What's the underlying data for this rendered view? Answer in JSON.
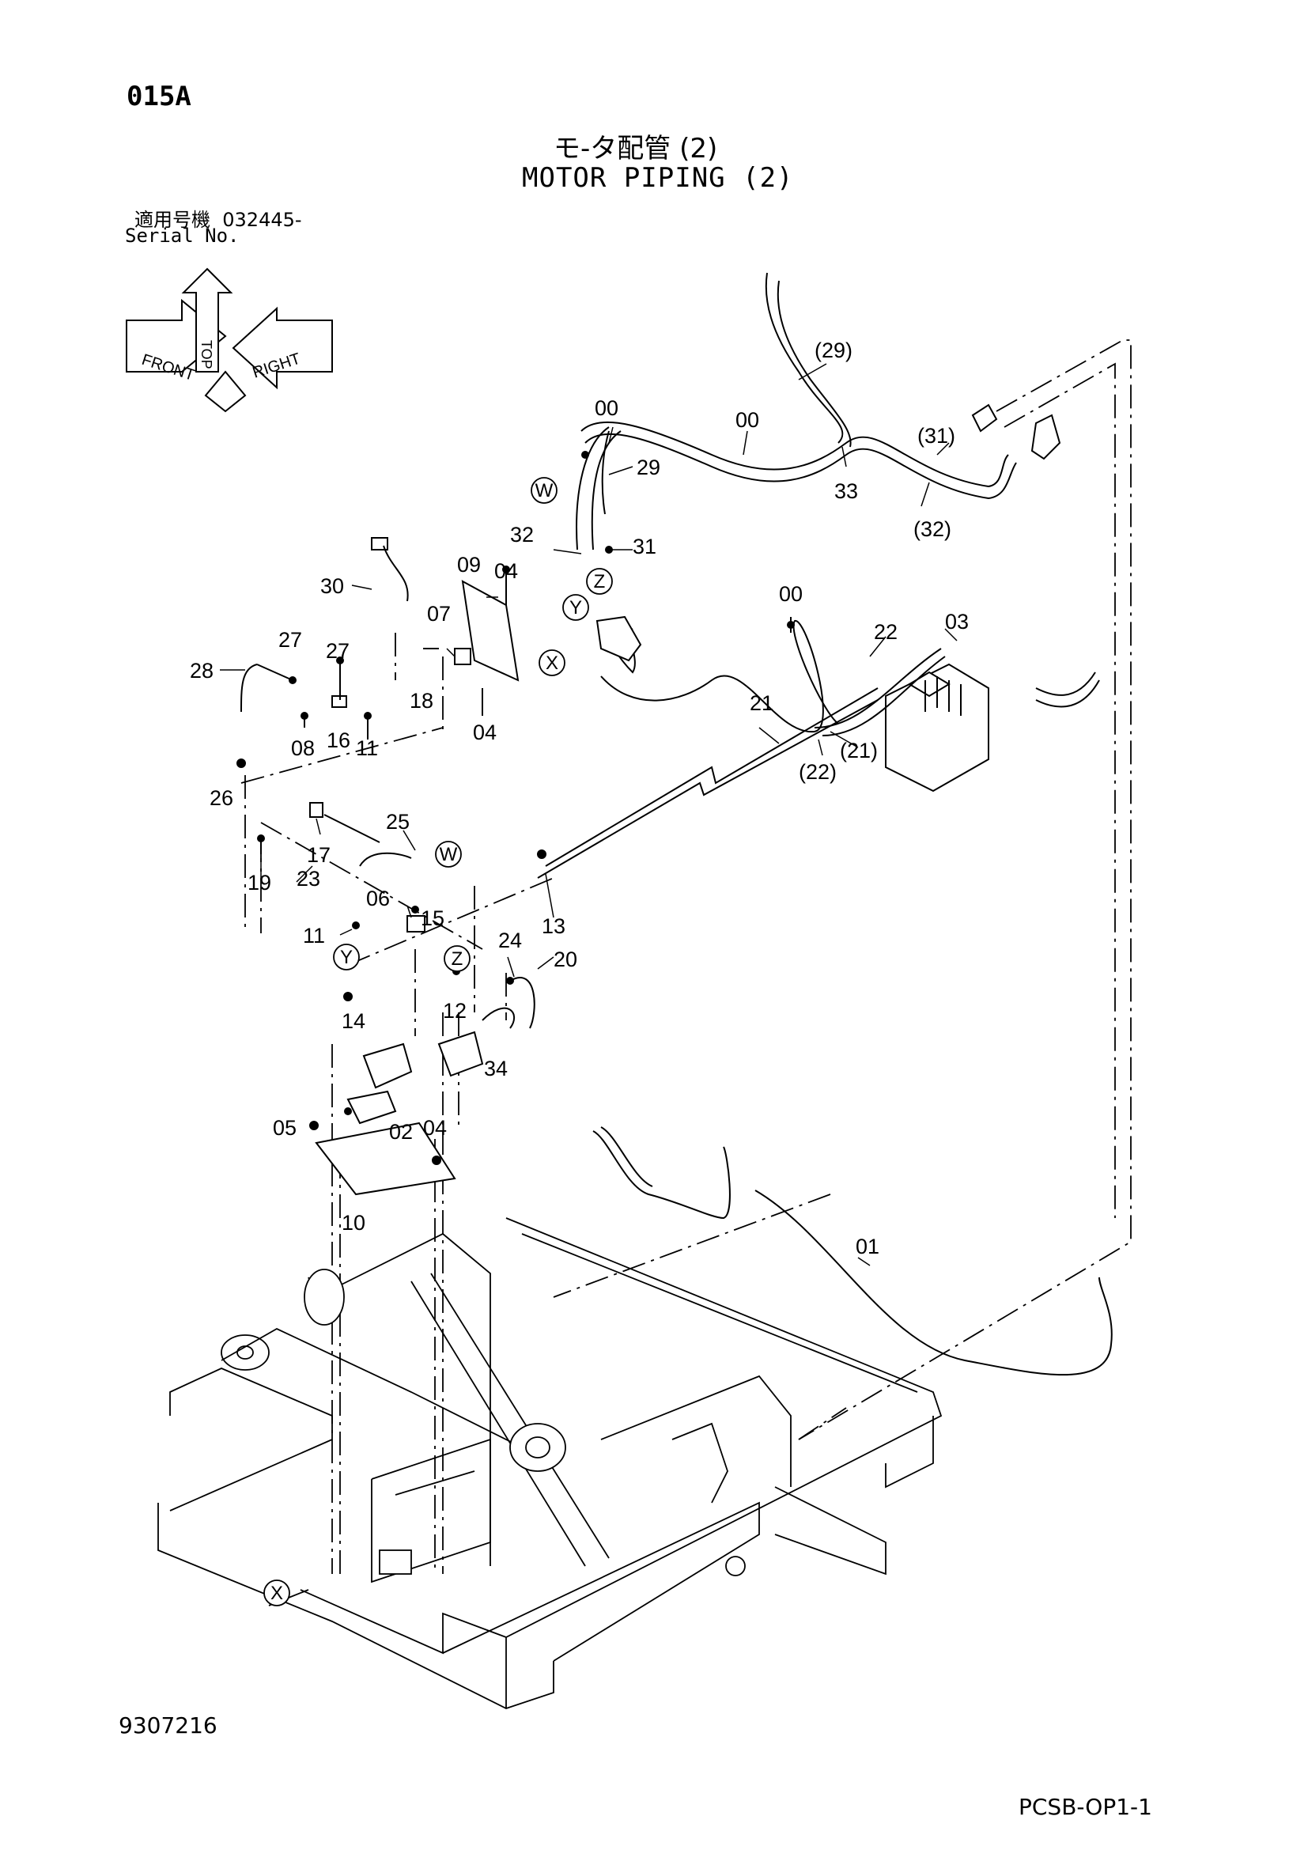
{
  "header": {
    "page_code": "015A",
    "title_jp": "モ-タ配管 (2)",
    "title_en": "MOTOR PIPING (2)",
    "serial_label_jp": "適用号機",
    "serial_value": "032445-",
    "serial_label_en": "Serial No."
  },
  "orientation": {
    "top": "TOP",
    "front": "FRONT",
    "right": "RIGHT"
  },
  "callouts": {
    "c00a": "00",
    "c00b": "00",
    "c00c": "00",
    "c29p": "(29)",
    "c29": "29",
    "c31p": "(31)",
    "c32p": "(32)",
    "c33": "33",
    "c32": "32",
    "c31": "31",
    "c30": "30",
    "c09": "09",
    "c04a": "04",
    "c07": "07",
    "c18": "18",
    "c04b": "04",
    "c27a": "27",
    "c27b": "27",
    "c28": "28",
    "c08": "08",
    "c16": "16",
    "c11a": "11",
    "c26": "26",
    "c22": "22",
    "c03": "03",
    "c21": "21",
    "c21p": "(21)",
    "c22p": "(22)",
    "c17": "17",
    "c19": "19",
    "c25": "25",
    "c23": "23",
    "c13": "13",
    "c06": "06",
    "c15": "15",
    "c11b": "11",
    "c24": "24",
    "c20": "20",
    "c14": "14",
    "c12": "12",
    "c34": "34",
    "c05": "05",
    "c02": "02",
    "c04c": "04",
    "c10": "10",
    "c01": "01"
  },
  "refs": {
    "w1": "W",
    "w2": "W",
    "y1": "Y",
    "y2": "Y",
    "z1": "Z",
    "z2": "Z",
    "x1": "X",
    "x2": "X"
  },
  "footer": {
    "drawing_number": "9307216",
    "sheet_code": "PCSB-OP1-1"
  }
}
